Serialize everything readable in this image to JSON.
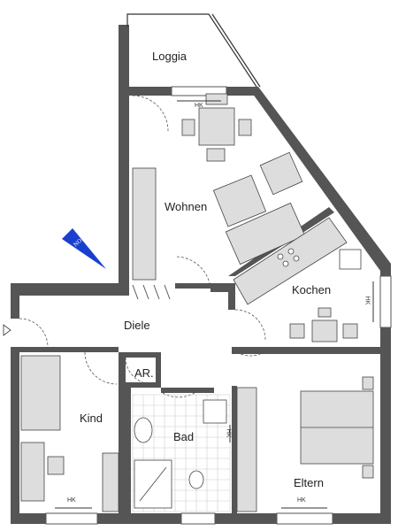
{
  "plan": {
    "rooms": {
      "loggia": "Loggia",
      "wohnen": "Wohnen",
      "kochen": "Kochen",
      "diele": "Diele",
      "ar": "AR.",
      "kind": "Kind",
      "bad": "Bad",
      "eltern": "Eltern"
    },
    "compass": "NORD",
    "radiator_label": "HK"
  }
}
